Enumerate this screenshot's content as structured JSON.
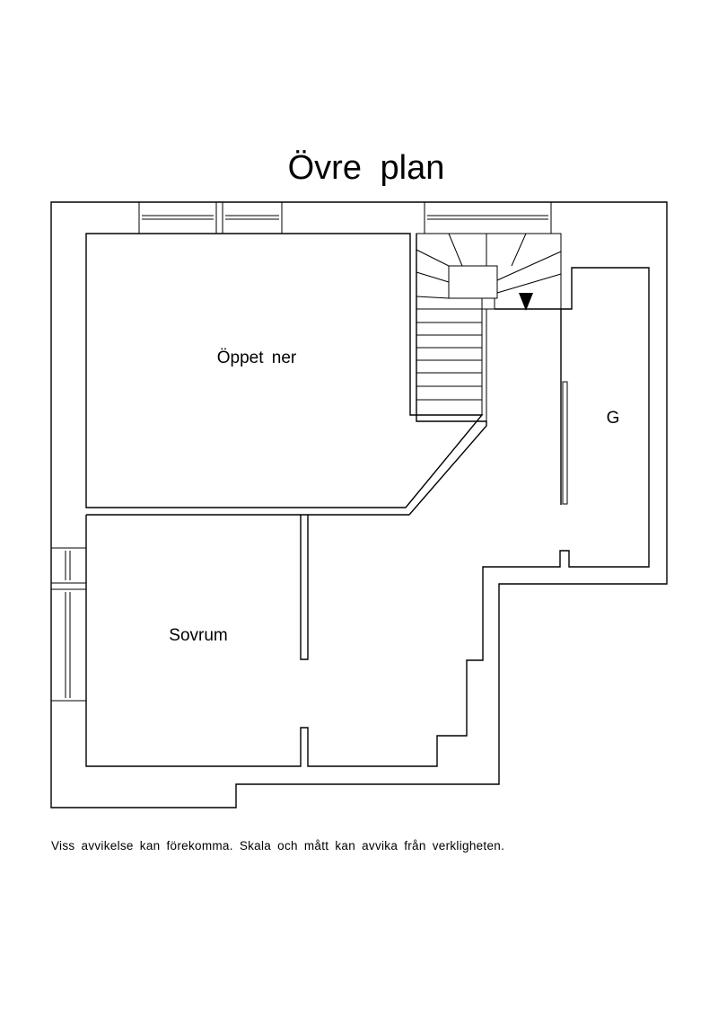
{
  "title": "Övre plan",
  "rooms": {
    "open_below": "Öppet ner",
    "bedroom": "Sovrum",
    "storage": "G"
  },
  "disclaimer": "Viss avvikelse kan förekomma. Skala och mått kan avvika från verkligheten.",
  "colors": {
    "line": "#000000",
    "background": "#ffffff"
  }
}
